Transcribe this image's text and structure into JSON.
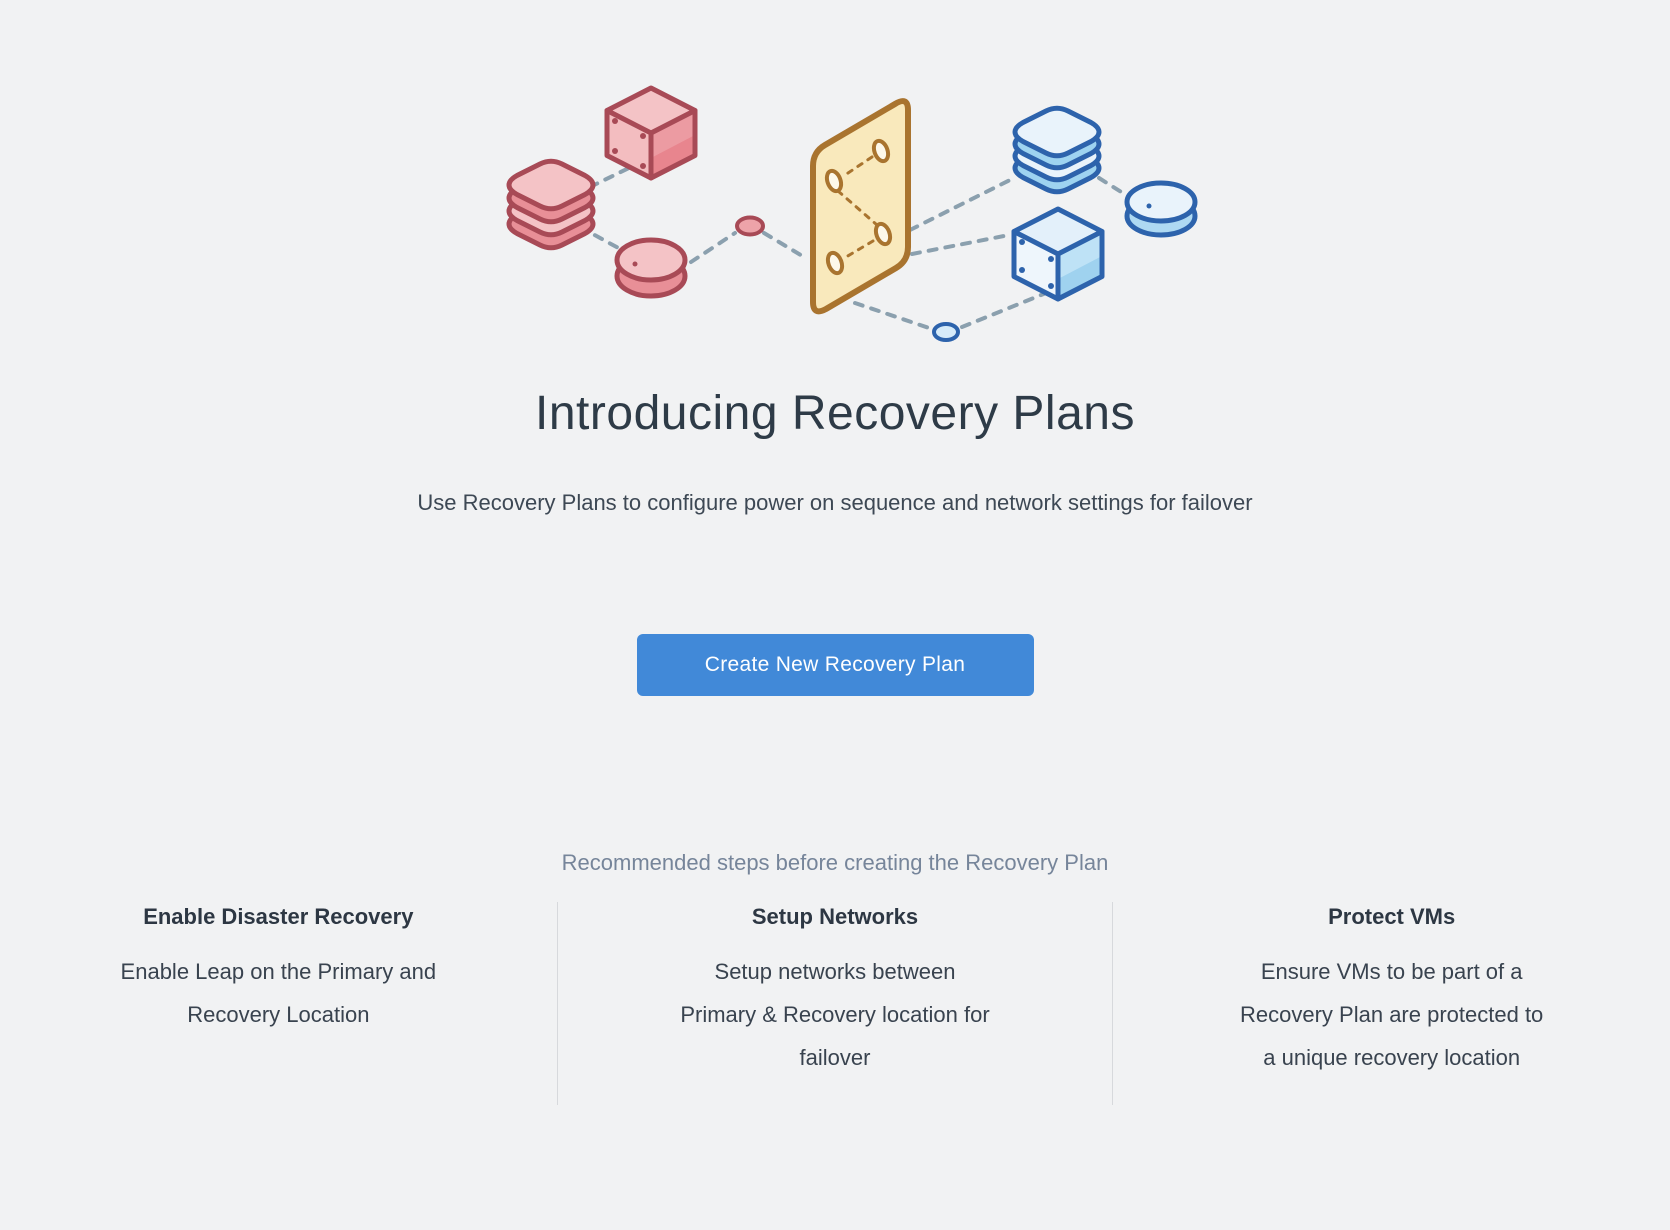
{
  "page": {
    "background_color": "#f1f2f3",
    "divider_color": "#d7d9dc"
  },
  "hero": {
    "title": "Introducing Recovery Plans",
    "subtitle": "Use Recovery Plans to configure power on sequence and network settings for failover",
    "cta_label": "Create New Recovery Plan",
    "cta_color": "#4189d8",
    "cta_text_color": "#ffffff"
  },
  "illustration": {
    "name": "recovery-plan-failover-isometric-illustration",
    "colors": {
      "red_outline": "#a84a56",
      "red_fill_light": "#f4c3c6",
      "red_fill_dark": "#e88f97",
      "panel_outline": "#a9742f",
      "panel_fill": "#f9e9bc",
      "panel_hole_fill": "#fdf8ea",
      "blue_outline": "#2d63ac",
      "blue_fill_light": "#e9f3fb",
      "blue_fill_dark": "#aed9f2",
      "connector": "#8ba0ae"
    }
  },
  "steps": {
    "heading": "Recommended steps before creating the Recovery Plan",
    "items": [
      {
        "title": "Enable Disaster Recovery",
        "lines": [
          "Enable Leap on the Primary and",
          "Recovery Location"
        ]
      },
      {
        "title": "Setup Networks",
        "lines": [
          "Setup networks between",
          "Primary & Recovery location for",
          "failover"
        ]
      },
      {
        "title": "Protect VMs",
        "lines": [
          "Ensure VMs to be part of a",
          "Recovery Plan are protected to",
          "a unique recovery location"
        ]
      }
    ]
  }
}
